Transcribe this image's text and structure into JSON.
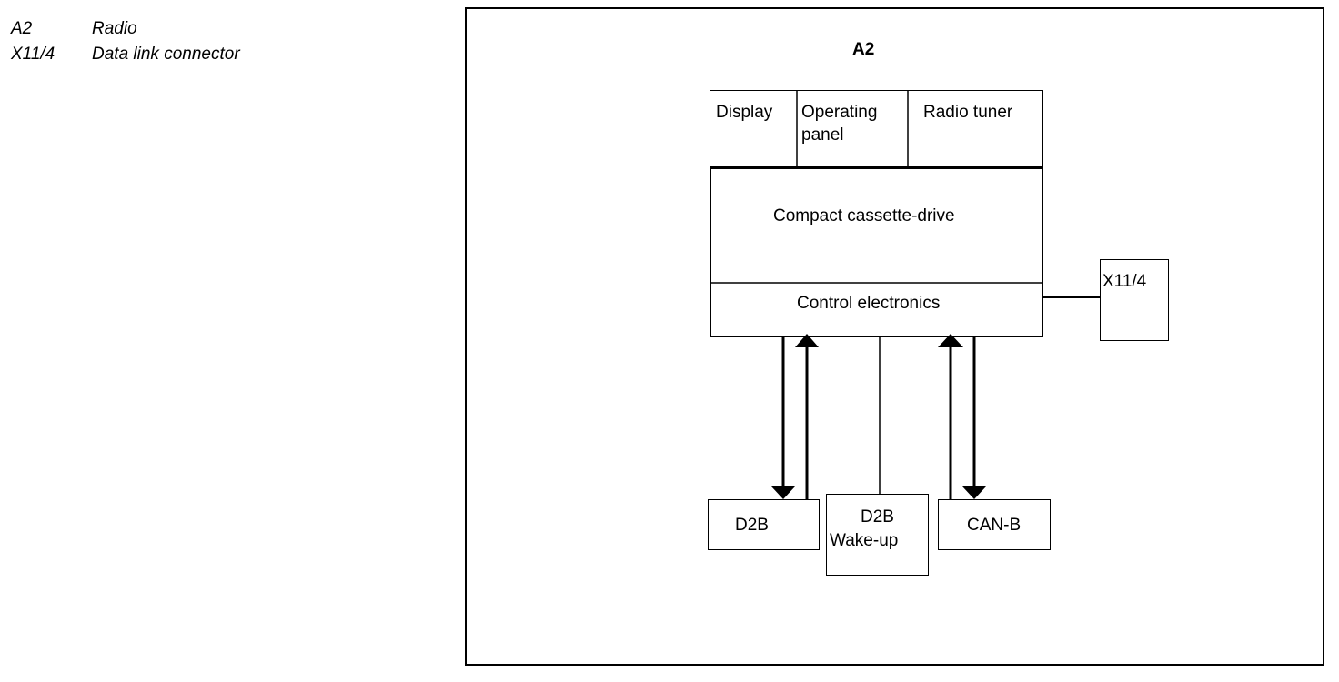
{
  "legend": {
    "items": [
      {
        "code": "A2",
        "desc": "Radio"
      },
      {
        "code": "X11/4",
        "desc": "Data link connector"
      }
    ]
  },
  "diagram": {
    "title": "A2",
    "top_panels": {
      "display": "Display",
      "operating_panel_line1": "Operating",
      "operating_panel_line2": "panel",
      "radio_tuner": "Radio tuner"
    },
    "cassette_drive": "Compact cassette-drive",
    "control_electronics": "Control electronics",
    "connector": "X11/4",
    "buses": {
      "d2b": "D2B",
      "wakeup_line1": "D2B",
      "wakeup_line2": "Wake-up",
      "canb": "CAN-B"
    }
  }
}
